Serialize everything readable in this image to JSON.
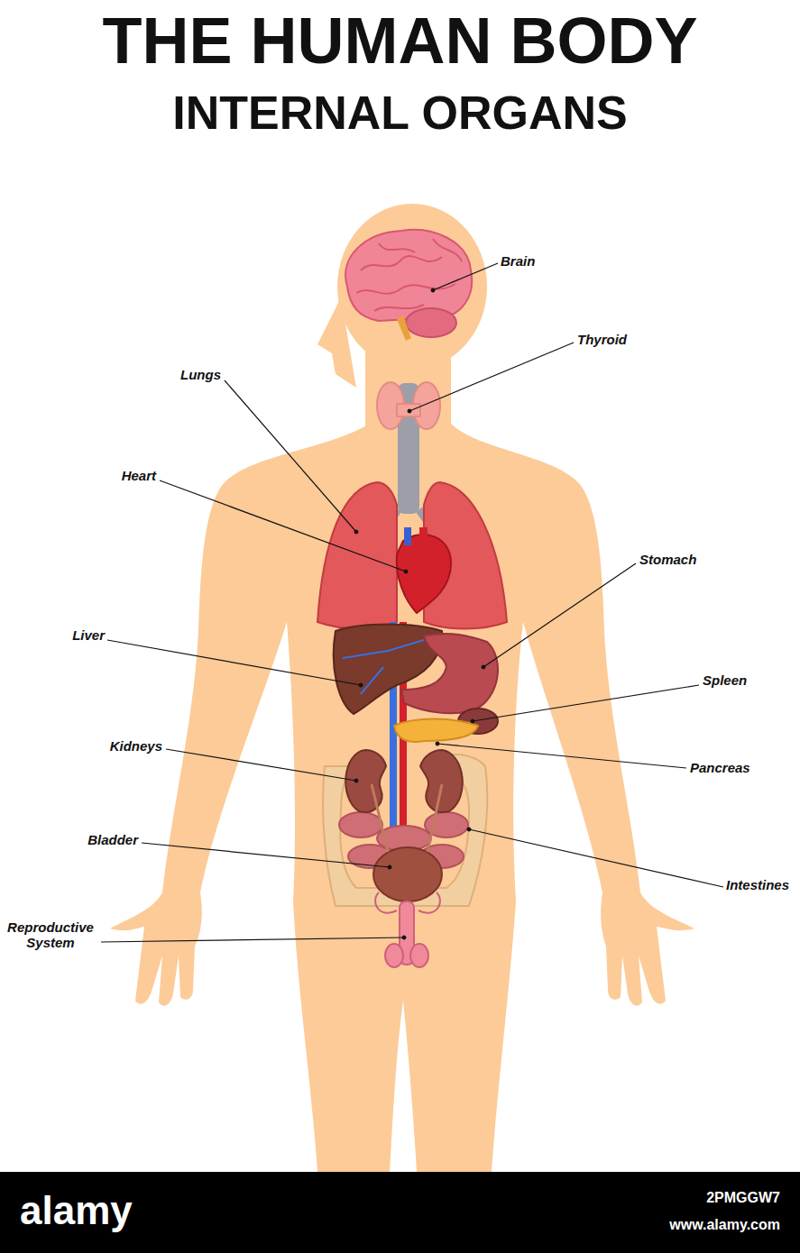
{
  "diagram": {
    "title": "THE HUMAN BODY",
    "labels": [
      "INTERNAL ORGANS",
      "Brain",
      "Thyroid",
      "Lungs",
      "Heart",
      "Stomach",
      "Liver",
      "Spleen",
      "Kidneys",
      "Pancreas",
      "Bladder",
      "Intestines",
      "Reproductive System",
      "alamy",
      "2PMGGW7",
      "www.alamy.com"
    ]
  }
}
